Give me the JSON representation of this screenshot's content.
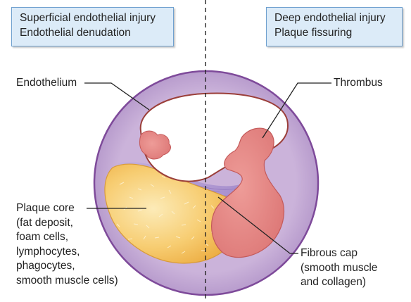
{
  "boxes": {
    "left": [
      "Superficial endothelial injury",
      "Endothelial denudation"
    ],
    "right": [
      "Deep endothelial injury",
      "Plaque fissuring"
    ]
  },
  "labels": {
    "endothelium": "Endothelium",
    "thrombus": "Thrombus",
    "plaque_core": [
      "Plaque core",
      "(fat deposit,",
      "foam cells,",
      "lymphocytes,",
      "phagocytes,",
      "smooth muscle cells)"
    ],
    "fibrous_cap": [
      "Fibrous cap",
      "(smooth muscle",
      "and collagen)"
    ]
  },
  "colors": {
    "vessel_wall": "#c9b0d8",
    "vessel_border": "#7e4a9a",
    "lumen": "#ffffff",
    "endothelium_line": "#9b3f3a",
    "thrombus": "#e48787",
    "thrombus_border": "#c45a5a",
    "plaque_core": "#f5c05a",
    "plaque_core_light": "#fbe5a8",
    "fibrous_cap": "#b6a0d8",
    "box_fill": "#dcebf8",
    "box_border": "#6fa0cf"
  }
}
